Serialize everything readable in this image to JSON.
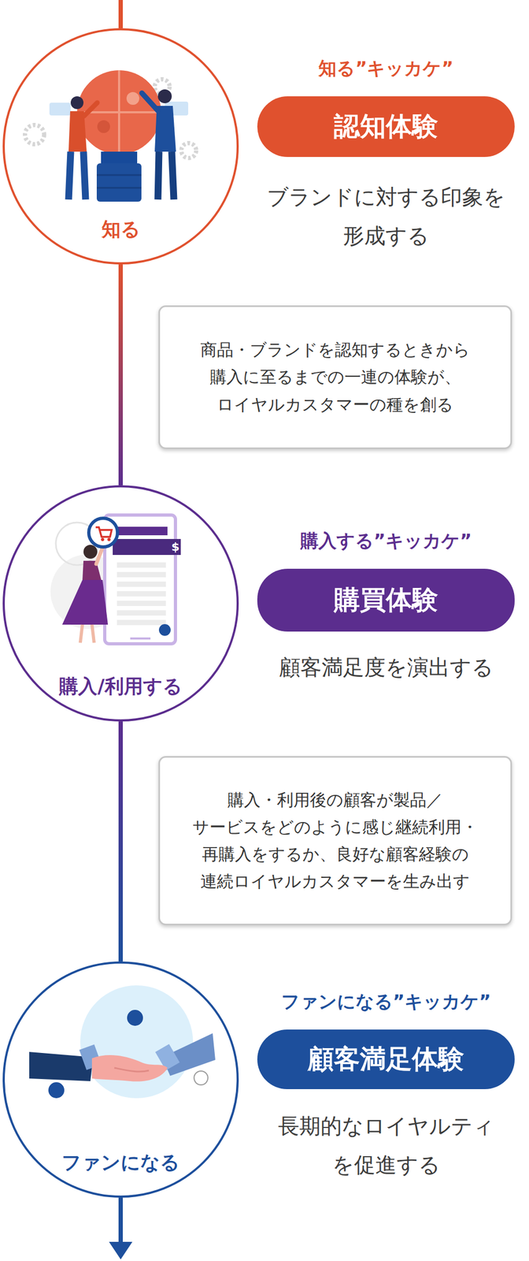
{
  "diagram": {
    "nodes": [
      {
        "text": [
          "知る"
        ]
      },
      {
        "text": [
          "知る”キッカケ”",
          "認知体験"
        ]
      },
      {
        "text": [
          "商品・ブランドを認知するときから 購入に至るまでの一連の体験が、 ロイヤルカスタマーの種を創る"
        ]
      },
      {
        "text": [
          "購入/利用する"
        ]
      },
      {
        "text": [
          "購入する”キッカケ”",
          "購買体験"
        ]
      },
      {
        "text": [
          "購入・利用後の顧客が製品／ サービスをどのように感じ継続利用・ 再購入をするか、良好な顧客経験の 連続ロイヤルカスタマーを生み出す"
        ]
      },
      {
        "text": [
          "ファンになる"
        ]
      },
      {
        "text": [
          "ファンになる”キッカケ”",
          "顧客満足体験"
        ]
      }
    ],
    "edges": [
      {
        "from": 0,
        "to": 3,
        "arrow": "none"
      },
      {
        "from": 3,
        "to": 6,
        "arrow": "none"
      }
    ],
    "labels": [
      "ブランドに対する印象を 形成する",
      "顧客満足度を演出する",
      "長期的なロイヤルティ を促進する",
      "$"
    ]
  }
}
